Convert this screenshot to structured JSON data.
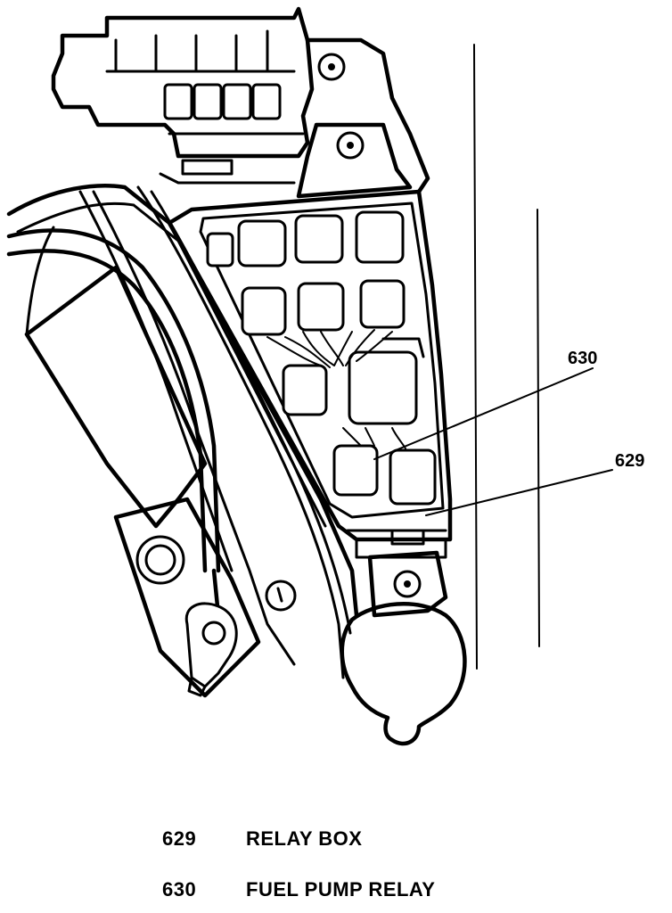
{
  "callouts": [
    {
      "id": "630",
      "label": "630"
    },
    {
      "id": "629",
      "label": "629"
    }
  ],
  "legend": [
    {
      "num": "629",
      "text": "RELAY BOX"
    },
    {
      "num": "630",
      "text": "FUEL PUMP RELAY"
    }
  ]
}
